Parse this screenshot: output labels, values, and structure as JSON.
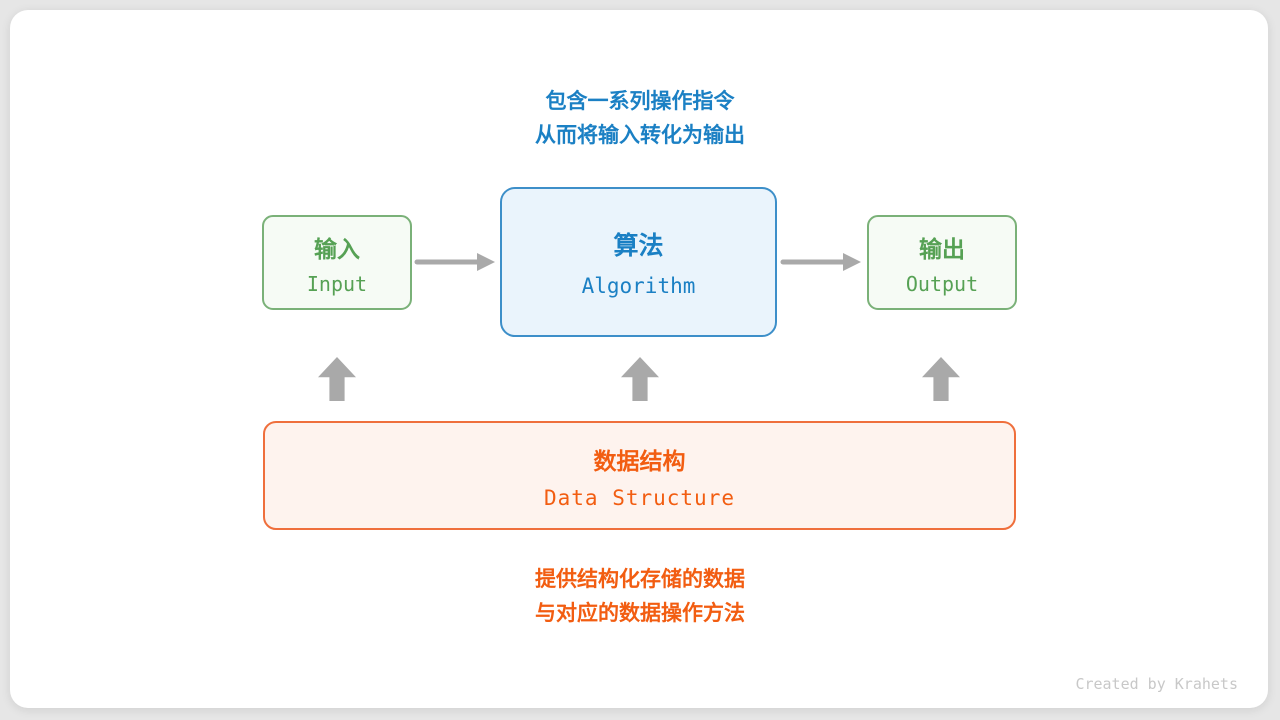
{
  "annotations": {
    "algorithm_note_line1": "包含一系列操作指令",
    "algorithm_note_line2": "从而将输入转化为输出",
    "data_structure_note_line1": "提供结构化存储的数据",
    "data_structure_note_line2": "与对应的数据操作方法"
  },
  "nodes": {
    "input": {
      "title_zh": "输入",
      "title_en": "Input"
    },
    "algorithm": {
      "title_zh": "算法",
      "title_en": "Algorithm"
    },
    "output": {
      "title_zh": "输出",
      "title_en": "Output"
    },
    "data_structure": {
      "title_zh": "数据结构",
      "title_en": "Data Structure"
    }
  },
  "icons": {
    "right_arrow": "→",
    "up_arrow": "⬆"
  },
  "credit": "Created by Krahets",
  "colors": {
    "blue_text": "#1b80c4",
    "blue_border": "#3d8fc9",
    "blue_fill": "#eaf4fc",
    "green_text": "#56a154",
    "green_border": "#7ab178",
    "green_fill": "#f6fbf5",
    "orange_text": "#f25d11",
    "orange_border": "#ef6f3c",
    "orange_fill": "#fef3ee",
    "arrow_gray": "#a9a9a9",
    "credit_gray": "#c8c8c8",
    "page_bg": "#e6e6e6",
    "card_bg": "#ffffff"
  }
}
